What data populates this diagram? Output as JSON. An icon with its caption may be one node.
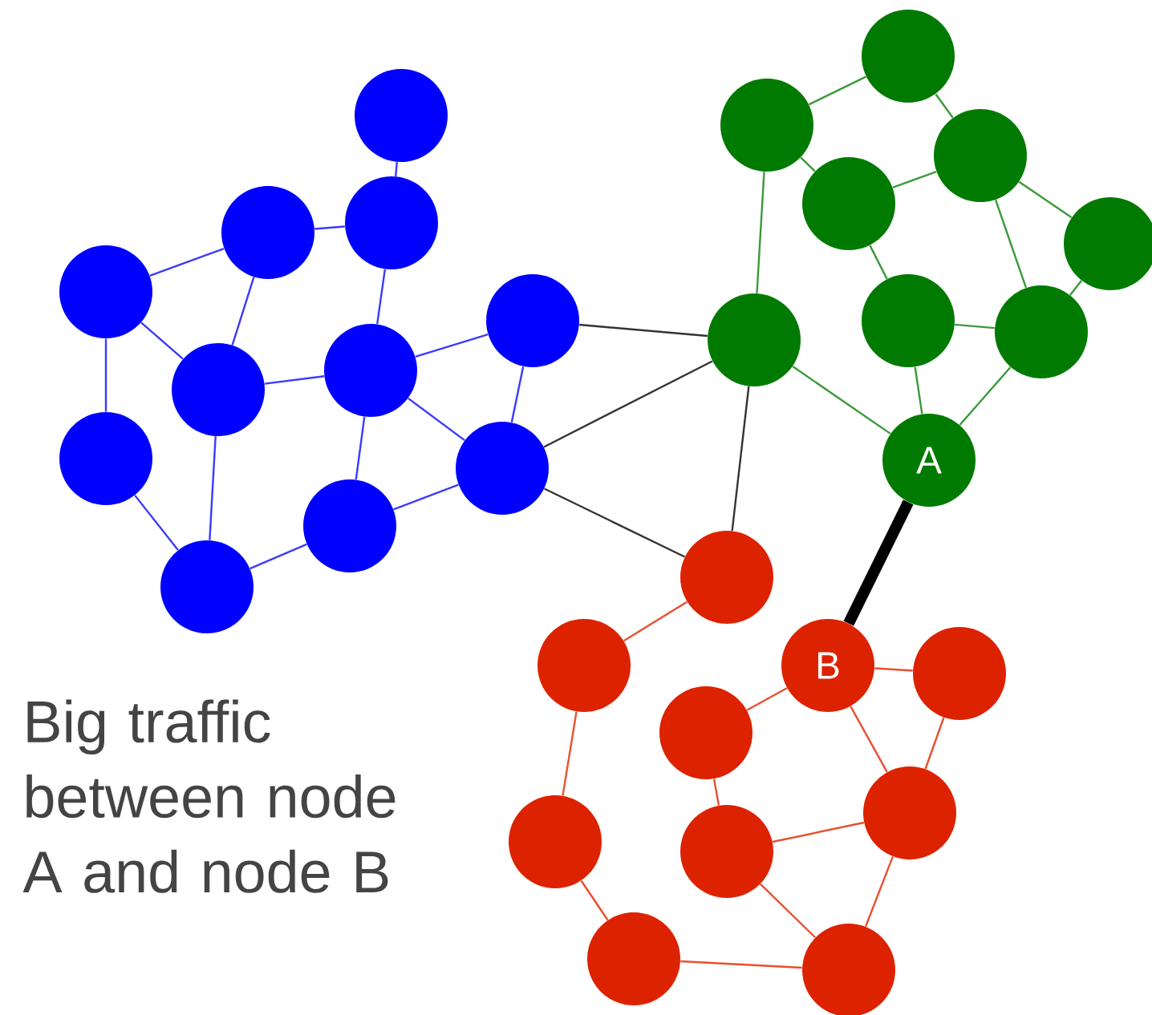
{
  "diagram": {
    "nodes": [
      {
        "text": [],
        "shape": "circle"
      },
      {
        "text": [],
        "shape": "circle"
      },
      {
        "text": [],
        "shape": "circle"
      },
      {
        "text": [],
        "shape": "circle"
      },
      {
        "text": [],
        "shape": "circle"
      },
      {
        "text": [],
        "shape": "circle"
      },
      {
        "text": [],
        "shape": "circle"
      },
      {
        "text": [],
        "shape": "circle"
      },
      {
        "text": [],
        "shape": "circle"
      },
      {
        "text": [],
        "shape": "circle"
      },
      {
        "text": [],
        "shape": "circle"
      },
      {
        "text": [],
        "shape": "circle"
      },
      {
        "text": [],
        "shape": "circle"
      },
      {
        "text": [],
        "shape": "circle"
      },
      {
        "text": [],
        "shape": "circle"
      },
      {
        "text": [],
        "shape": "circle"
      },
      {
        "text": [
          "A"
        ]
      },
      {
        "text": [],
        "shape": "circle"
      },
      {
        "text": [],
        "shape": "circle"
      },
      {
        "text": [],
        "shape": "circle"
      },
      {
        "text": [],
        "shape": "circle"
      },
      {
        "text": [],
        "shape": "circle"
      },
      {
        "text": [
          "B"
        ]
      },
      {
        "text": [],
        "shape": "circle"
      },
      {
        "text": [],
        "shape": "circle"
      },
      {
        "text": [],
        "shape": "circle"
      },
      {
        "text": [],
        "shape": "circle"
      },
      {
        "text": [],
        "shape": "circle"
      },
      {
        "text": [],
        "shape": "circle"
      },
      {
        "text": [],
        "shape": "circle"
      }
    ],
    "edges": [
      {
        "from": 1,
        "to": 5,
        "arrow": "none",
        "color": "#3a3aff"
      },
      {
        "from": 6,
        "to": 5,
        "arrow": "none",
        "color": "#3a3aff"
      },
      {
        "from": 8,
        "to": 6,
        "arrow": "none",
        "color": "#3a3aff"
      },
      {
        "from": 8,
        "to": 14,
        "arrow": "none",
        "color": "#3a3aff"
      },
      {
        "from": 6,
        "to": 14,
        "arrow": "none",
        "color": "#3a3aff"
      },
      {
        "from": 5,
        "to": 13,
        "arrow": "none",
        "color": "#3a3aff"
      },
      {
        "from": 14,
        "to": 13,
        "arrow": "none",
        "color": "#3a3aff"
      },
      {
        "from": 13,
        "to": 9,
        "arrow": "none",
        "color": "#3a3aff"
      },
      {
        "from": 13,
        "to": 17,
        "arrow": "none",
        "color": "#3a3aff"
      },
      {
        "from": 9,
        "to": 17,
        "arrow": "none",
        "color": "#3a3aff"
      },
      {
        "from": 8,
        "to": 15,
        "arrow": "none",
        "color": "#3a3aff"
      },
      {
        "from": 14,
        "to": 20,
        "arrow": "none",
        "color": "#3a3aff"
      },
      {
        "from": 15,
        "to": 20,
        "arrow": "none",
        "color": "#3a3aff"
      },
      {
        "from": 13,
        "to": 18,
        "arrow": "none",
        "color": "#3a3aff"
      },
      {
        "from": 18,
        "to": 20,
        "arrow": "none",
        "color": "#3a3aff"
      },
      {
        "from": 17,
        "to": 18,
        "arrow": "none",
        "color": "#3a3aff"
      },
      {
        "from": 2,
        "to": 0,
        "arrow": "none",
        "color": "#3a9a3a"
      },
      {
        "from": 0,
        "to": 3,
        "arrow": "none",
        "color": "#3a9a3a"
      },
      {
        "from": 2,
        "to": 4,
        "arrow": "none",
        "color": "#3a9a3a"
      },
      {
        "from": 4,
        "to": 3,
        "arrow": "none",
        "color": "#3a9a3a"
      },
      {
        "from": 3,
        "to": 7,
        "arrow": "none",
        "color": "#3a9a3a"
      },
      {
        "from": 3,
        "to": 11,
        "arrow": "none",
        "color": "#3a9a3a"
      },
      {
        "from": 4,
        "to": 10,
        "arrow": "none",
        "color": "#3a9a3a"
      },
      {
        "from": 10,
        "to": 11,
        "arrow": "none",
        "color": "#3a9a3a"
      },
      {
        "from": 7,
        "to": 11,
        "arrow": "none",
        "color": "#3a9a3a"
      },
      {
        "from": 2,
        "to": 12,
        "arrow": "none",
        "color": "#3a9a3a"
      },
      {
        "from": 12,
        "to": 16,
        "arrow": "none",
        "color": "#3a9a3a"
      },
      {
        "from": 10,
        "to": 16,
        "arrow": "none",
        "color": "#3a9a3a"
      },
      {
        "from": 11,
        "to": 16,
        "arrow": "none",
        "color": "#3a9a3a"
      },
      {
        "from": 19,
        "to": 21,
        "arrow": "none",
        "color": "#e8502f"
      },
      {
        "from": 22,
        "to": 24,
        "arrow": "none",
        "color": "#e8502f"
      },
      {
        "from": 22,
        "to": 23,
        "arrow": "none",
        "color": "#e8502f"
      },
      {
        "from": 22,
        "to": 25,
        "arrow": "none",
        "color": "#e8502f"
      },
      {
        "from": 23,
        "to": 25,
        "arrow": "none",
        "color": "#e8502f"
      },
      {
        "from": 21,
        "to": 26,
        "arrow": "none",
        "color": "#e8502f"
      },
      {
        "from": 24,
        "to": 27,
        "arrow": "none",
        "color": "#e8502f"
      },
      {
        "from": 27,
        "to": 25,
        "arrow": "none",
        "color": "#e8502f"
      },
      {
        "from": 26,
        "to": 28,
        "arrow": "none",
        "color": "#e8502f"
      },
      {
        "from": 27,
        "to": 29,
        "arrow": "none",
        "color": "#e8502f"
      },
      {
        "from": 28,
        "to": 29,
        "arrow": "none",
        "color": "#e8502f"
      },
      {
        "from": 25,
        "to": 29,
        "arrow": "none",
        "color": "#e8502f"
      },
      {
        "from": 9,
        "to": 12,
        "arrow": "none",
        "color": "#333333"
      },
      {
        "from": 17,
        "to": 12,
        "arrow": "none",
        "color": "#333333"
      },
      {
        "from": 17,
        "to": 19,
        "arrow": "none",
        "color": "#333333"
      },
      {
        "from": 12,
        "to": 19,
        "arrow": "none",
        "color": "#333333"
      },
      {
        "from": 16,
        "to": 22,
        "arrow": "none",
        "style": "thick",
        "color": "#000000"
      }
    ],
    "labels": [
      "Big traffic between node A and node B"
    ]
  }
}
